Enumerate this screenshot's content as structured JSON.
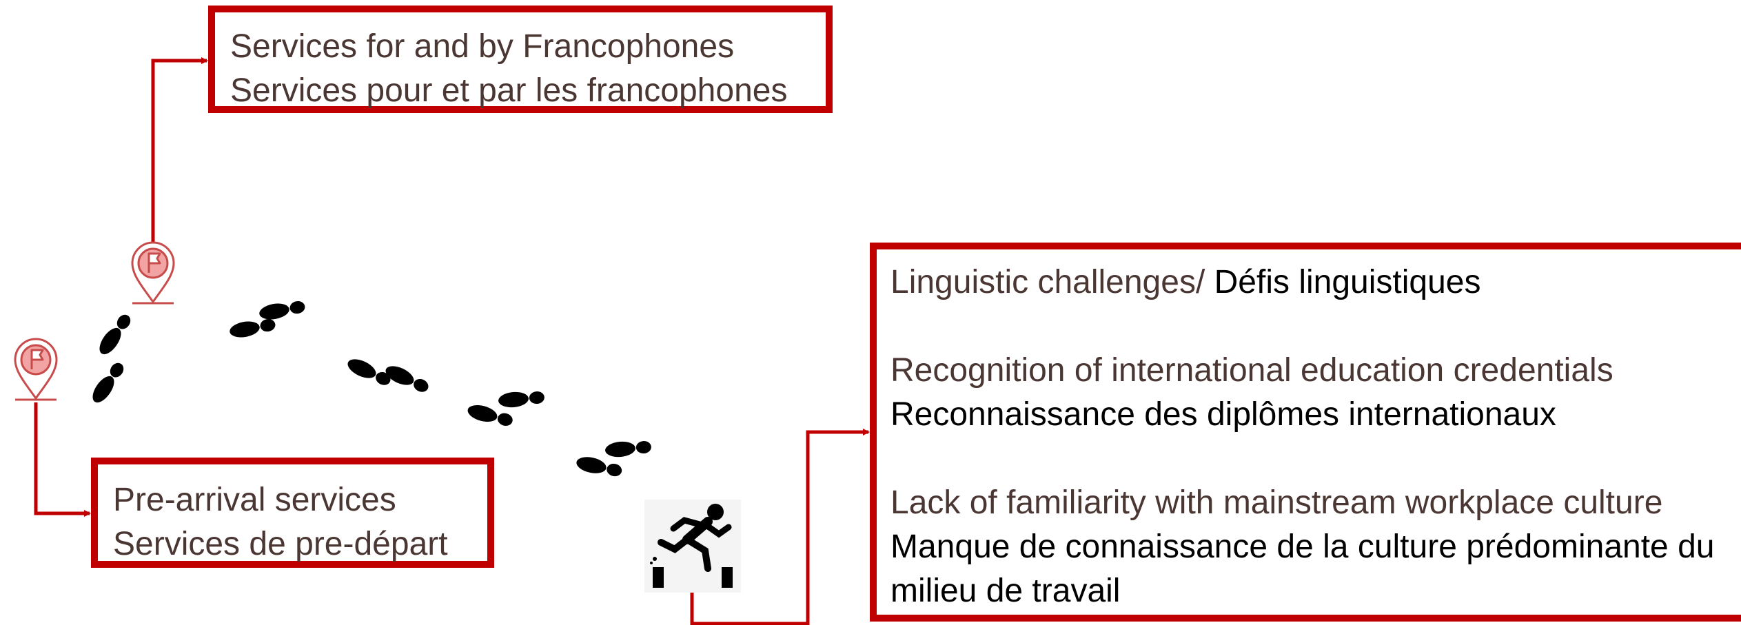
{
  "boxes": {
    "top": {
      "line1": "Services for and by Francophones",
      "line2": "Services pour et par les francophones"
    },
    "left": {
      "line1": "Pre-arrival services",
      "line2": "Services de pre-départ"
    },
    "right": {
      "item1_en": "Linguistic challenges/ ",
      "item1_fr": "Défis linguistiques",
      "item2_en": "Recognition of international education credentials",
      "item2_fr": "Reconnaissance des diplômes internationaux",
      "item3_en": "Lack of familiarity with mainstream workplace culture",
      "item3_fr_line1": "Manque de connaissance de la culture prédominante du",
      "item3_fr_line2": "milieu de travail"
    }
  },
  "icons": [
    "flag-pin-icon",
    "flag-pin-icon",
    "footprints-icon",
    "jumping-person-icon"
  ],
  "colors": {
    "accent": "#c00000",
    "english_text": "#4a3733",
    "french_text": "#000000"
  }
}
